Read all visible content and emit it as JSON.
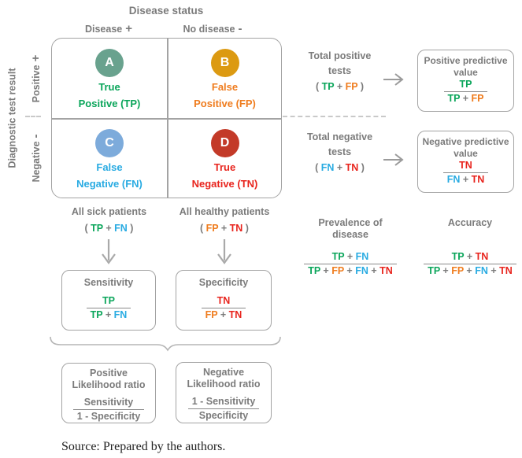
{
  "palette": {
    "gray": "#7b7b7b",
    "tp": "#0aa55a",
    "fp": "#ef7c1e",
    "fn": "#29abe2",
    "tn": "#e8241d",
    "circle_a": "#69a28e",
    "circle_b": "#dc9a12",
    "circle_c": "#7dabdb",
    "circle_d": "#c33a28"
  },
  "header": {
    "title": "Disease status",
    "col1_label": "Disease",
    "col1_sign": "+",
    "col2_label": "No disease",
    "col2_sign": "-"
  },
  "side": {
    "title": "Diagnostic test result",
    "row1_label": "Positive",
    "row1_sign": "+",
    "row2_label": "Negative",
    "row2_sign": "-"
  },
  "cells": {
    "a": {
      "letter": "A",
      "line1": "True",
      "line2": "Positive (TP)"
    },
    "b": {
      "letter": "B",
      "line1": "False",
      "line2": "Positive (FP)"
    },
    "c": {
      "letter": "C",
      "line1": "False",
      "line2": "Negative (FN)"
    },
    "d": {
      "letter": "D",
      "line1": "True",
      "line2": "Negative (TN)"
    }
  },
  "total_positive": {
    "line1": "Total positive",
    "line2": "tests",
    "formula": [
      [
        "( ",
        "gray"
      ],
      [
        "TP",
        "tp"
      ],
      [
        " + ",
        "gray"
      ],
      [
        "FP",
        "fp"
      ],
      [
        " )",
        "gray"
      ]
    ]
  },
  "ppv": {
    "title1": "Positive predictive",
    "title2": "value",
    "num": [
      [
        "TP",
        "tp"
      ]
    ],
    "den": [
      [
        "TP",
        "tp"
      ],
      [
        " + ",
        "gray"
      ],
      [
        "FP",
        "fp"
      ]
    ]
  },
  "total_negative": {
    "line1": "Total negative",
    "line2": "tests",
    "formula": [
      [
        "( ",
        "gray"
      ],
      [
        "FN",
        "fn"
      ],
      [
        " + ",
        "gray"
      ],
      [
        "TN",
        "tn"
      ],
      [
        " )",
        "gray"
      ]
    ]
  },
  "npv": {
    "title1": "Negative predictive",
    "title2": "value",
    "num": [
      [
        "TN",
        "tn"
      ]
    ],
    "den": [
      [
        "FN",
        "fn"
      ],
      [
        " + ",
        "gray"
      ],
      [
        "TN",
        "tn"
      ]
    ]
  },
  "all_sick": {
    "label": "All sick patients",
    "formula": [
      [
        "( ",
        "gray"
      ],
      [
        "TP",
        "tp"
      ],
      [
        " + ",
        "gray"
      ],
      [
        "FN",
        "fn"
      ],
      [
        " )",
        "gray"
      ]
    ]
  },
  "all_healthy": {
    "label": "All healthy patients",
    "formula": [
      [
        "( ",
        "gray"
      ],
      [
        "FP",
        "fp"
      ],
      [
        " + ",
        "gray"
      ],
      [
        "TN",
        "tn"
      ],
      [
        " )",
        "gray"
      ]
    ]
  },
  "sensitivity": {
    "title": "Sensitivity",
    "num": [
      [
        "TP",
        "tp"
      ]
    ],
    "den": [
      [
        "TP",
        "tp"
      ],
      [
        " + ",
        "gray"
      ],
      [
        "FN",
        "fn"
      ]
    ]
  },
  "specificity": {
    "title": "Specificity",
    "num": [
      [
        "TN",
        "tn"
      ]
    ],
    "den": [
      [
        "FP",
        "fp"
      ],
      [
        " + ",
        "gray"
      ],
      [
        "TN",
        "tn"
      ]
    ]
  },
  "prevalence": {
    "title1": "Prevalence of",
    "title2": "disease",
    "num": [
      [
        "TP",
        "tp"
      ],
      [
        " + ",
        "gray"
      ],
      [
        "FN",
        "fn"
      ]
    ],
    "den": [
      [
        "TP",
        "tp"
      ],
      [
        " + ",
        "gray"
      ],
      [
        "FP",
        "fp"
      ],
      [
        " + ",
        "gray"
      ],
      [
        "FN",
        "fn"
      ],
      [
        " + ",
        "gray"
      ],
      [
        "TN",
        "tn"
      ]
    ]
  },
  "accuracy": {
    "title": "Accuracy",
    "num": [
      [
        "TP",
        "tp"
      ],
      [
        " + ",
        "gray"
      ],
      [
        "TN",
        "tn"
      ]
    ],
    "den": [
      [
        "TP",
        "tp"
      ],
      [
        " + ",
        "gray"
      ],
      [
        "FP",
        "fp"
      ],
      [
        " + ",
        "gray"
      ],
      [
        "FN",
        "fn"
      ],
      [
        " + ",
        "gray"
      ],
      [
        "TN",
        "tn"
      ]
    ]
  },
  "plr": {
    "title1": "Positive",
    "title2": "Likelihood ratio",
    "num": [
      [
        "Sensitivity",
        "gray"
      ]
    ],
    "den": [
      [
        "1 - Specificity",
        "gray"
      ]
    ]
  },
  "nlr": {
    "title1": "Negative",
    "title2": "Likelihood ratio",
    "num": [
      [
        "1 - Sensitivity",
        "gray"
      ]
    ],
    "den": [
      [
        "Specificity",
        "gray"
      ]
    ]
  },
  "source": "Source: Prepared by the authors."
}
